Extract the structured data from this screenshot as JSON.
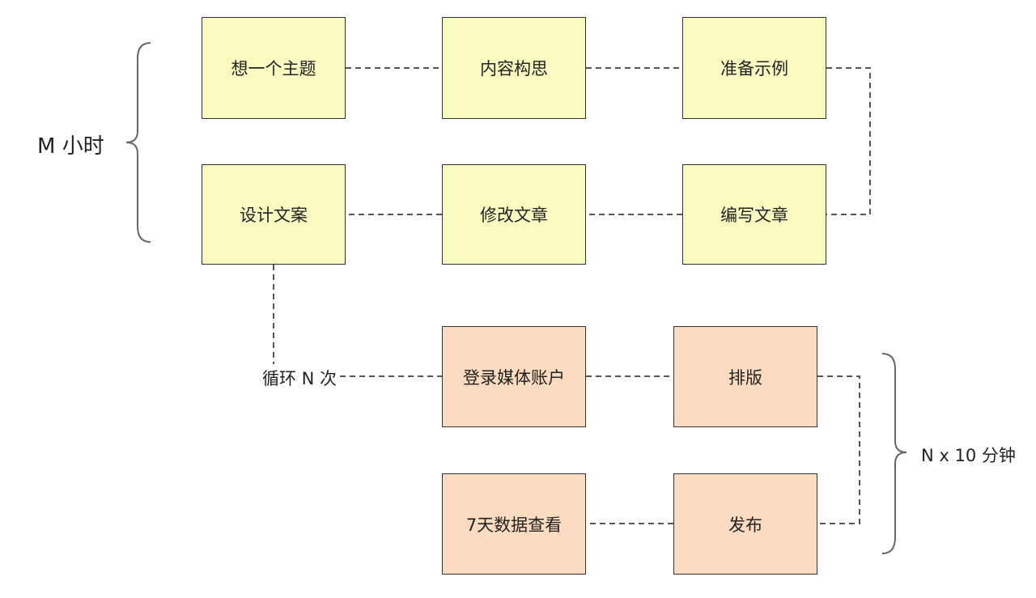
{
  "diagram": {
    "steps": {
      "theme": "想一个主题",
      "content": "内容构思",
      "example": "准备示例",
      "copy": "设计文案",
      "revise": "修改文章",
      "write": "编写文章",
      "login": "登录媒体账户",
      "layout": "排版",
      "stats": "7天数据查看",
      "publish": "发布"
    },
    "labels": {
      "m_hours": "M 小时",
      "loop": "循环 N 次",
      "n_minutes": "N x 10 分钟"
    },
    "colors": {
      "phase1_fill": "#fafbc0",
      "phase2_fill": "#fcdcc0",
      "border": "#333333",
      "connector": "#555555",
      "brace": "#666666"
    }
  }
}
